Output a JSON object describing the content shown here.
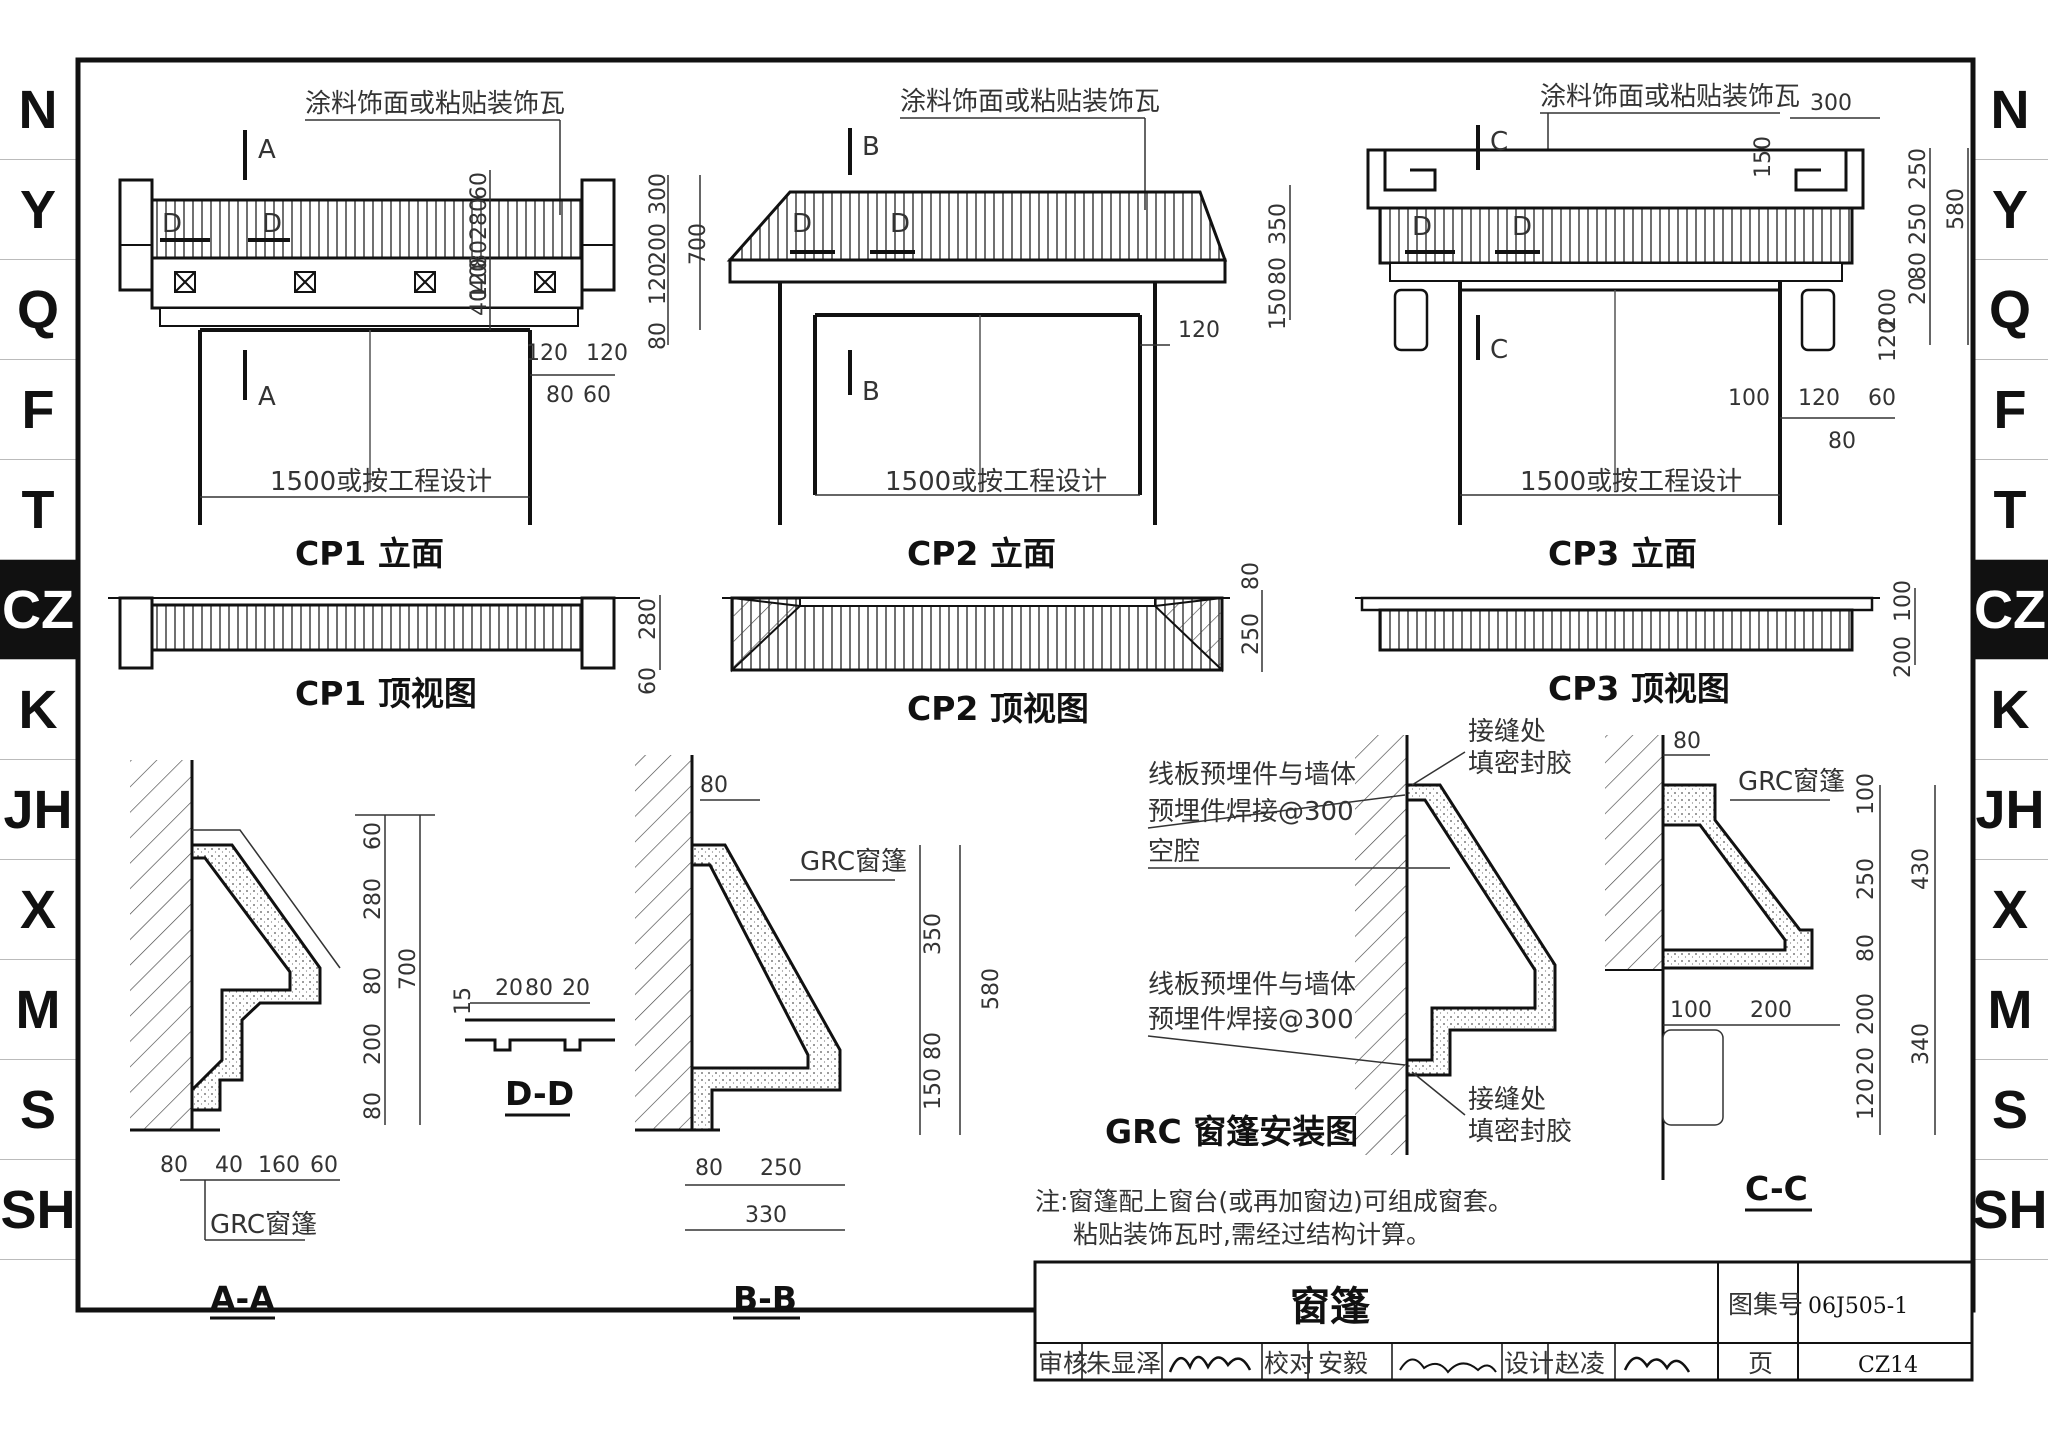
{
  "side_tabs": [
    "N",
    "Y",
    "Q",
    "F",
    "T",
    "CZ",
    "K",
    "JH",
    "X",
    "M",
    "S",
    "SH"
  ],
  "active_tab": "CZ",
  "finish_label": "涂料饰面或粘贴装饰瓦",
  "grc_label": "GRC窗篷",
  "width_label": "1500或按工程设计",
  "cp1": {
    "elev_title": "CP1 立面",
    "plan_title": "CP1 顶视图",
    "cut_a": "A",
    "cut_d": "D",
    "dims_left": [
      "80",
      "120",
      "200",
      "300"
    ],
    "dims_right": [
      "60",
      "280",
      "80",
      "40",
      "40",
      "120"
    ],
    "dim_total": "700",
    "dims_bottom_a": [
      "120",
      "120"
    ],
    "dims_bottom_b": [
      "80",
      "60"
    ],
    "plan_dims": [
      "280",
      "60"
    ]
  },
  "cp2": {
    "elev_title": "CP2 立面",
    "plan_title": "CP2 顶视图",
    "cut_b": "B",
    "cut_d": "D",
    "dims_right": [
      "350",
      "80",
      "150"
    ],
    "dim_120": "120",
    "plan_dims": [
      "80",
      "250"
    ]
  },
  "cp3": {
    "elev_title": "CP3 立面",
    "plan_title": "CP3 顶视图",
    "cut_c": "C",
    "cut_d": "D",
    "dim_300": "300",
    "dim_150": "150",
    "dims_right": [
      "250",
      "250",
      "80",
      "20",
      "200",
      "120"
    ],
    "dim_total": "580",
    "dims_bottom": [
      "100",
      "120",
      "60",
      "80"
    ],
    "plan_dims": [
      "100",
      "200"
    ]
  },
  "sections": {
    "aa": {
      "title": "A-A",
      "dims_right": [
        "60",
        "280",
        "80",
        "200",
        "80"
      ],
      "dim_total": "700",
      "dims_bottom": [
        "80",
        "40",
        "160",
        "60"
      ]
    },
    "bb": {
      "title": "B-B",
      "dims_right": [
        "350",
        "80",
        "150"
      ],
      "dim_total": "580",
      "dims_bottom": [
        "80",
        "250"
      ],
      "dim_sum": "330",
      "dim_top": "80"
    },
    "dd": {
      "title": "D-D",
      "dims_top": [
        "20",
        "80",
        "20"
      ],
      "dim_left": "15"
    },
    "cc": {
      "title": "C-C",
      "dim_top": "80",
      "dims_right": [
        "100",
        "250",
        "80",
        "200",
        "20",
        "120"
      ],
      "dims_total": [
        "430",
        "340"
      ],
      "dims_bottom": [
        "100",
        "200"
      ]
    }
  },
  "install": {
    "title": "GRC 窗篷安装图",
    "labels": [
      "线板预埋件与墙体",
      "预埋件焊接@300",
      "空腔",
      "线板预埋件与墙体",
      "预埋件焊接@300"
    ],
    "joint_top": [
      "接缝处",
      "填密封胶"
    ],
    "joint_bottom": [
      "接缝处",
      "填密封胶"
    ]
  },
  "notes": [
    "注:窗篷配上窗台(或再加窗边)可组成窗套。",
    "粘贴装饰瓦时,需经过结构计算。"
  ],
  "title_block": {
    "drawing_title": "窗篷",
    "atlas_label": "图集号",
    "atlas_no": "06J505-1",
    "page_label": "页",
    "page_no": "CZ14",
    "review_label": "审核",
    "reviewer": "朱显泽",
    "check_label": "校对",
    "checker": "安毅",
    "design_label": "设计",
    "designer": "赵凌"
  }
}
